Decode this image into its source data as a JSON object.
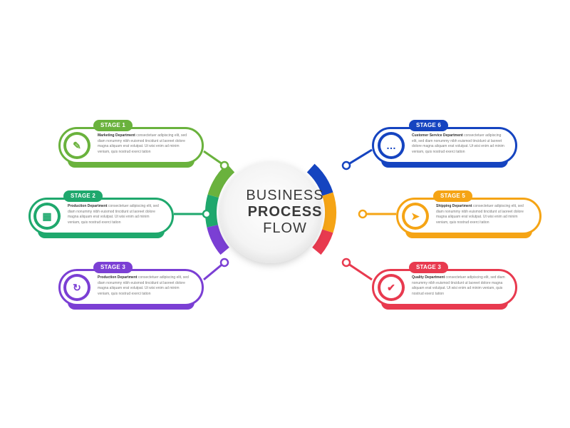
{
  "center": {
    "line1": "BUSINESS",
    "line2": "PROCESS",
    "line3": "FLOW"
  },
  "stages": [
    {
      "badge": "STAGE 1",
      "title": "Marketing Department",
      "body": "consectetuer adipiscing elit, sed diam nonummy nibh euismod tincidunt ut laoreet dolore magna aliquam erat volutpat. Ut wisi enim ad minim veniam, quis nostrud exerci tation",
      "color": "#6ab23d",
      "icon": "clipboard-edit-icon",
      "glyph": "✎"
    },
    {
      "badge": "STAGE 2",
      "title": "Production Department",
      "body": "consectetuer adipiscing elit, sed diam nonummy nibh euismod tincidunt ut laoreet dolore magna aliquam erat volutpat. Ut wisi enim ad minim veniam, quis nostrud exerci tation",
      "color": "#1fa86d",
      "icon": "calendar-check-icon",
      "glyph": "▦"
    },
    {
      "badge": "STAGE 3",
      "title": "Production Department",
      "body": "consectetuer adipiscing elit, sed diam nonummy nibh euismod tincidunt ut laoreet dolore magna aliquam erat volutpat. Ut wisi enim ad minim veniam, quis nostrud exerci tation",
      "color": "#7b3fd4",
      "icon": "refresh-cycle-icon",
      "glyph": "↻"
    },
    {
      "badge": "STAGE 6",
      "title": "Customer Service Department",
      "body": "consectetuer adipiscing elit, sed diam nonummy nibh euismod tincidunt ut laoreet dolore magna aliquam erat volutpat. Ut wisi enim ad minim veniam, quis nostrud exerci tation",
      "color": "#1544c0",
      "icon": "chat-support-icon",
      "glyph": "…"
    },
    {
      "badge": "STAGE 5",
      "title": "Shipping Department",
      "body": "consectetuer adipiscing elit, sed diam nonummy nibh euismod tincidunt ut laoreet dolore magna aliquam erat volutpat. Ut wisi enim ad minim veniam, quis nostrud exerci tation",
      "color": "#f5a415",
      "icon": "paper-plane-icon",
      "glyph": "➤"
    },
    {
      "badge": "STAGE 3",
      "title": "Quality Department",
      "body": "consectetuer adipiscing elit, sed diam nonummy nibh euismod tincidunt ut laoreet dolore magna aliquam erat volutpat. Ut wisi enim ad minim veniam, quis nostrud exerci tation",
      "color": "#e83a4f",
      "icon": "quality-report-icon",
      "glyph": "✔"
    }
  ]
}
